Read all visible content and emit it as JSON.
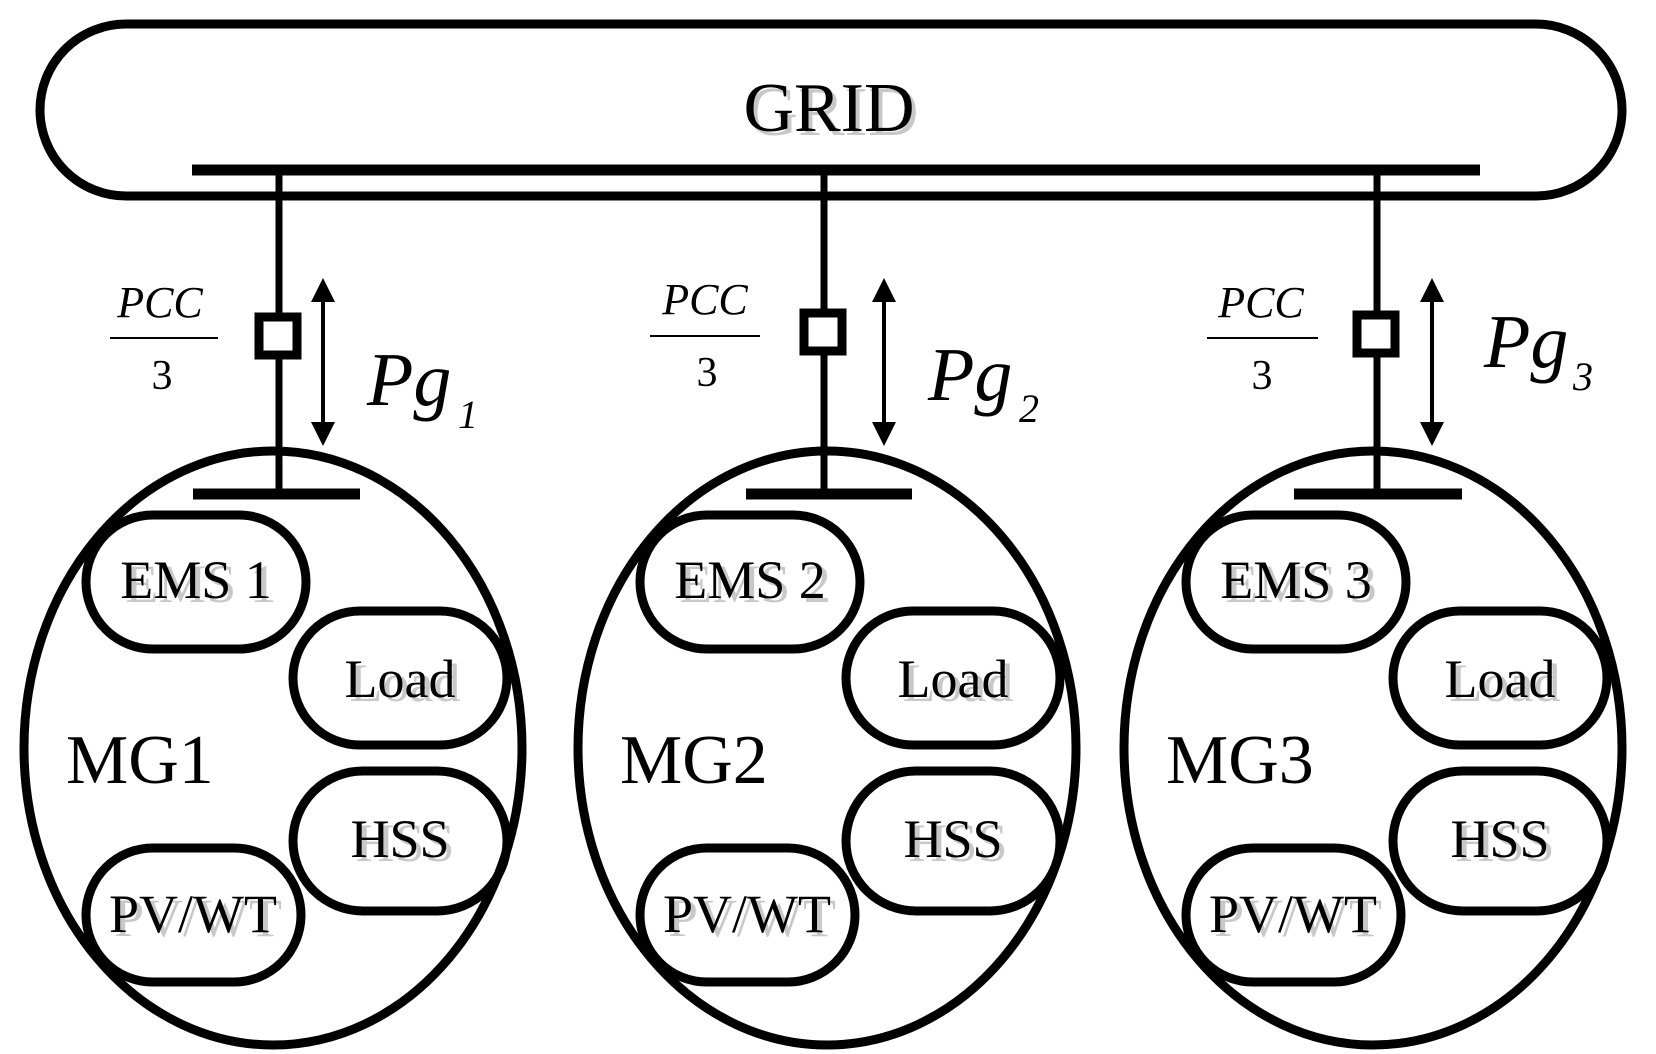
{
  "grid": {
    "label": "GRID"
  },
  "microgrids": [
    {
      "mg": "MG1",
      "ems": "EMS 1",
      "load": "Load",
      "hss": "HSS",
      "pv": "PV/WT",
      "pcc_num": "PCC",
      "pcc_den": "3",
      "pg": "Pg",
      "pg_sub": "1"
    },
    {
      "mg": "MG2",
      "ems": "EMS 2",
      "load": "Load",
      "hss": "HSS",
      "pv": "PV/WT",
      "pcc_num": "PCC",
      "pcc_den": "3",
      "pg": "Pg",
      "pg_sub": "2"
    },
    {
      "mg": "MG3",
      "ems": "EMS 3",
      "load": "Load",
      "hss": "HSS",
      "pv": "PV/WT",
      "pcc_num": "PCC",
      "pcc_den": "3",
      "pg": "Pg",
      "pg_sub": "3"
    }
  ]
}
